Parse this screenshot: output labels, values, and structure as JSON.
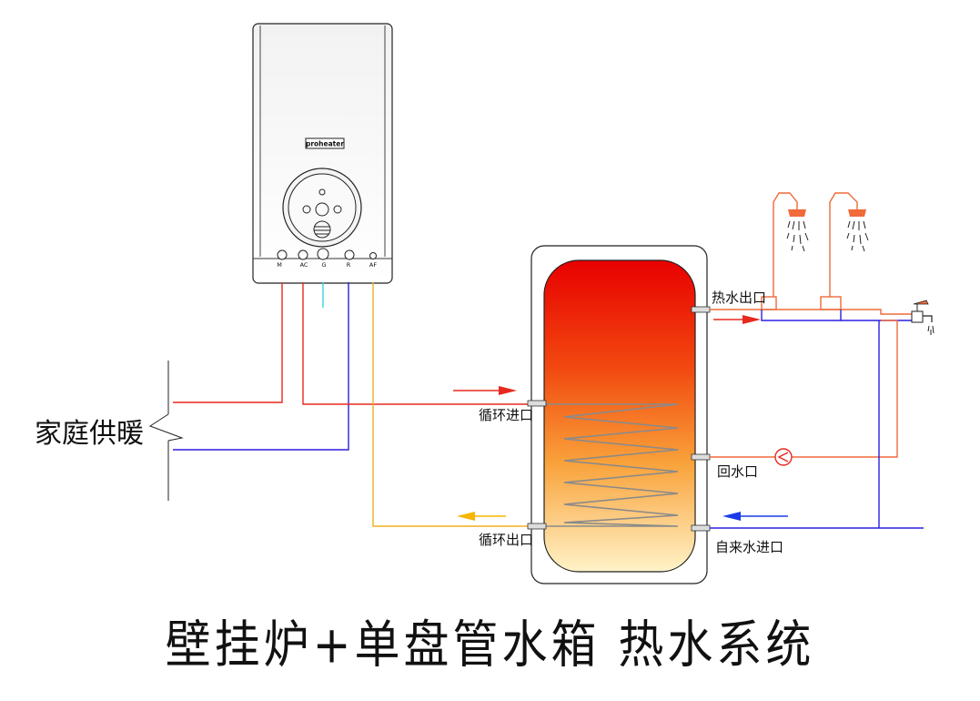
{
  "boiler": {
    "brand": "proheater",
    "ports": [
      "M",
      "AC",
      "G",
      "R",
      "AF"
    ]
  },
  "labels": {
    "home_heating": "家庭供暖",
    "circulation_inlet": "循环进口",
    "circulation_outlet": "循环出口",
    "hot_water_outlet": "热水出口",
    "return_water": "回水口",
    "tap_water_inlet": "自来水进口"
  },
  "title": "壁挂炉+单盘管水箱 热水系统",
  "colors": {
    "supply_red": "#e8281e",
    "return_blue": "#2b1fe0",
    "gas_cyan": "#35d6e0",
    "yellow_line": "#f0b020",
    "hot_water_orange": "#f06a3a",
    "arrow_red": "#e8281e",
    "arrow_blue": "#1a3be8",
    "arrow_yellow": "#f5b500",
    "coil_gray": "#8a8a8a"
  }
}
